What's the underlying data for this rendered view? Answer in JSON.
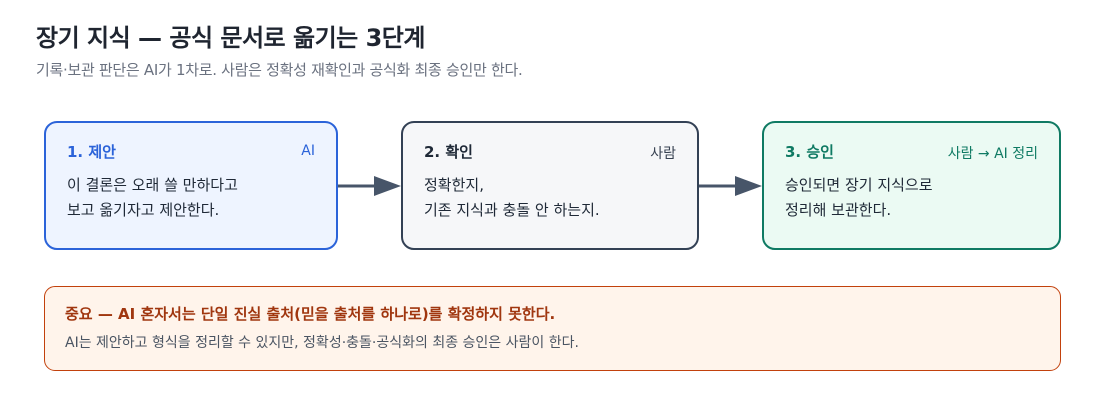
{
  "header": {
    "title": "장기 지식 — 공식 문서로 옮기는 3단계",
    "subtitle": "기록·보관 판단은 AI가 1차로. 사람은 정확성 재확인과 공식화 최종 승인만 한다."
  },
  "steps": [
    {
      "name": "1. 제안",
      "actor": "AI",
      "desc_lines": [
        "이 결론은 오래 쓸 만하다고",
        "보고 옮기자고 제안한다."
      ]
    },
    {
      "name": "2. 확인",
      "actor": "사람",
      "desc_lines": [
        "정확한지,",
        "기존 지식과 충돌 안 하는지."
      ]
    },
    {
      "name": "3. 승인",
      "actor": "사람 → AI 정리",
      "desc_lines": [
        "승인되면 장기 지식으로",
        "정리해 보관한다."
      ]
    }
  ],
  "notice": {
    "heading": "중요 — AI 혼자서는 단일 진실 출처(믿을 출처를 하나로)를 확정하지 못한다.",
    "body": "AI는 제안하고 형식을 정리할 수 있지만, 정확성·충돌·공식화의 최종 승인은 사람이 한다."
  },
  "colors": {
    "step1_border": "#2b63d9",
    "step2_border": "#334155",
    "step3_border": "#0f7a63",
    "notice_border": "#c2410c",
    "arrow": "#475569"
  }
}
